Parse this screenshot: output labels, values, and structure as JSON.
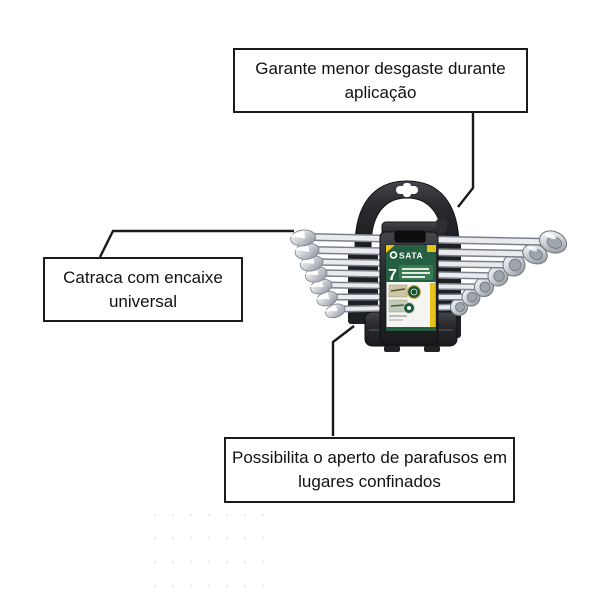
{
  "canvas": {
    "background": "#ffffff"
  },
  "callouts": [
    {
      "position": "top",
      "text": "Garante menor desgaste durante aplicação"
    },
    {
      "position": "left",
      "text": "Catraca com encaixe universal"
    },
    {
      "position": "bottom",
      "text": "Possibilita o aperto de parafusos em lugares confinados"
    }
  ],
  "product": {
    "brand": "SATA",
    "piece_count": "7",
    "wrenches_visible": 7,
    "colors": {
      "holder_plastic": "#2b2c30",
      "label_green": "#235f40",
      "accent_yellow": "#e9c11c",
      "chrome_light": "#eceef0",
      "chrome_dark": "#8d929a",
      "line_black": "#1a1a1a"
    }
  }
}
